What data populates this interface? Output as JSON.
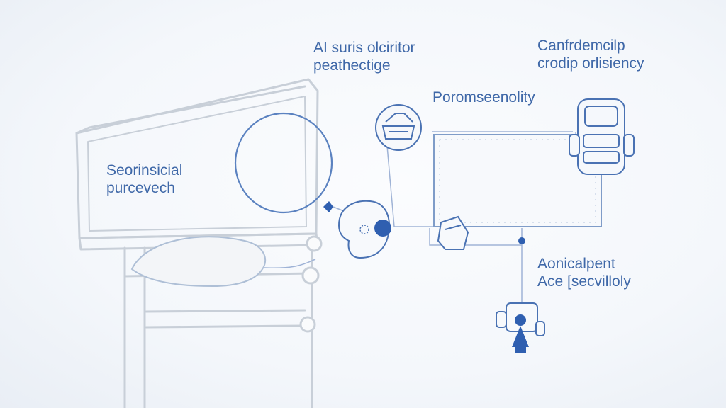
{
  "labels": {
    "top_center": {
      "line1": "AI suris olciritor",
      "line2": "peathectige"
    },
    "top_right": {
      "line1": "Canfrdemcilp",
      "line2": "crodip orlisiency"
    },
    "middle": {
      "line1": "Poromseenolity"
    },
    "left_panel": {
      "line1": "Seorinsicial",
      "line2": "purcevech"
    },
    "bottom_right": {
      "line1": "Aonicalpent",
      "line2": "Ace [secvilloly"
    }
  },
  "icons": [
    "monitor-frame",
    "bubble-circle",
    "router-icon",
    "robot-icon",
    "head-icon",
    "device-icon",
    "person-icon"
  ],
  "colors": {
    "ink": "#3f68a8",
    "sketch": "#c8cfd8",
    "accent": "#2f5fb0"
  }
}
